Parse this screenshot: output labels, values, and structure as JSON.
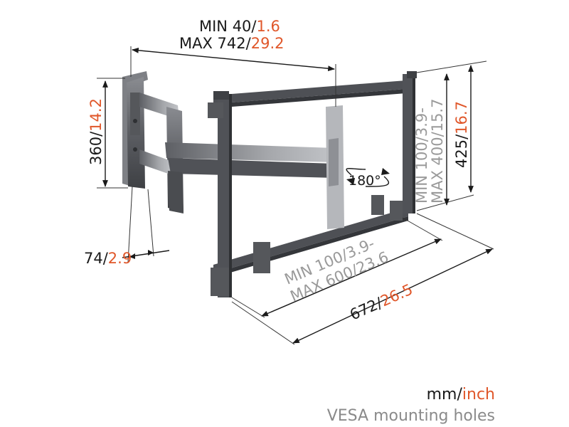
{
  "dimensions": {
    "arm_extension_min": {
      "label": "MIN 40/",
      "value": "1.6"
    },
    "arm_extension_max": {
      "label": "MAX 742/",
      "value": "29.2"
    },
    "wall_plate_height": {
      "label": "360/",
      "value": "14.2"
    },
    "wall_plate_depth": {
      "label": "74/",
      "value": "2.9"
    },
    "frame_height": {
      "label": "425/",
      "value": "16.7"
    },
    "frame_width": {
      "label": "672/",
      "value": "26.5"
    },
    "vesa_vertical": {
      "line1": "MIN 100/3.9-",
      "line2": "MAX 400/15.7"
    },
    "vesa_horizontal": {
      "line1": "MIN 100/3.9-",
      "line2": "MAX 600/23.6"
    },
    "rotation": "180°"
  },
  "legend": {
    "units_mm": "mm/",
    "units_inch": "inch",
    "vesa_note": "VESA mounting holes"
  },
  "colors": {
    "metal_dark": "#4a4c50",
    "metal_mid": "#6d6f74",
    "metal_light": "#a9abaf",
    "accent_orange": "#e0572a",
    "text_gray": "#9a9a9a"
  }
}
